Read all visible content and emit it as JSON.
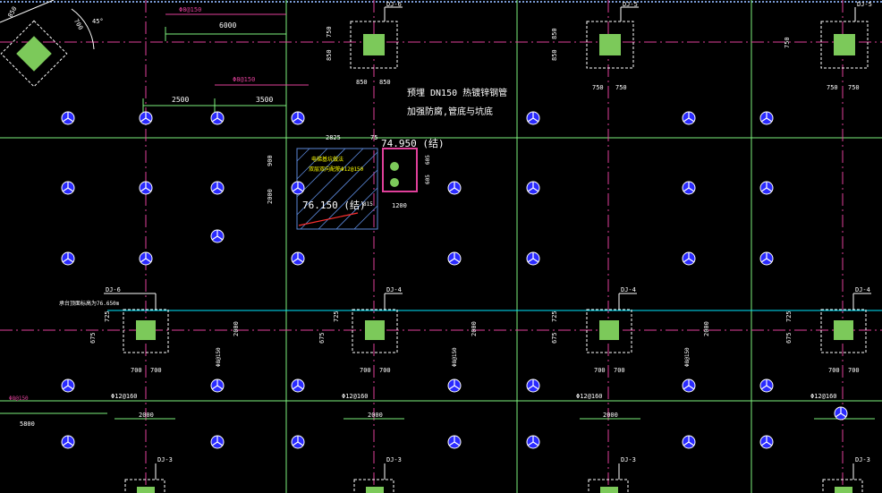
{
  "colors": {
    "background": "#000000",
    "axis": "#7df07d",
    "accent": "#e0409a",
    "footing": "#7cc95a",
    "dim": "#ffffff",
    "leader": "#00e8ff",
    "pile": "#2a2aff",
    "note": "#ffff00",
    "title": "#ffffff"
  },
  "icons": {
    "pile_marker": "circle-with-y-cross",
    "footing": "hatched-square-with-dashed-outline"
  },
  "footings": [
    {
      "id": "DJ-6"
    },
    {
      "id": "DJ-5"
    },
    {
      "id": "DJ-5"
    },
    {
      "id": "DJ-6"
    },
    {
      "id": "DJ-4"
    },
    {
      "id": "DJ-4"
    },
    {
      "id": "DJ-4"
    },
    {
      "id": "DJ-3"
    },
    {
      "id": "DJ-3"
    },
    {
      "id": "DJ-3"
    },
    {
      "id": "DJ-3"
    }
  ],
  "dimensions": {
    "top_span": "6000",
    "top_span_left": "2500",
    "top_span_right": "3500",
    "col_750": "750",
    "col_850": "850",
    "col_700": "700",
    "col_725": "725",
    "col_675": "675",
    "col_2000": "2000",
    "left_5800": "5800",
    "pit_2825": "2825",
    "pit_75": "75",
    "pit_900": "900",
    "pit_2000": "2000",
    "pit_1200": "1200",
    "pit_605": "605",
    "pit_605b": "605",
    "pit_815": "815",
    "top_left_850": "850",
    "top_left_700": "700",
    "top_left_45": "45°"
  },
  "rebar": {
    "top_a": "Φ8@150",
    "top_b": "Φ8@150",
    "phi12": "Φ12@160",
    "phi8_vert": "Φ8@150",
    "left_phi8": "Φ8@150"
  },
  "notes": {
    "pipe_line1": "预埋 DN150 热镀锌钢管",
    "pipe_line2": "加强防腐,管底与坑底",
    "elev_top": "74.950 (结)",
    "elev_pit": "76.150 (结)",
    "pit_label_1": "电梯基坑做法",
    "pit_label_2": "双层双向配筋Φ12@150",
    "left_note": "承台顶面标高为76.650m"
  }
}
